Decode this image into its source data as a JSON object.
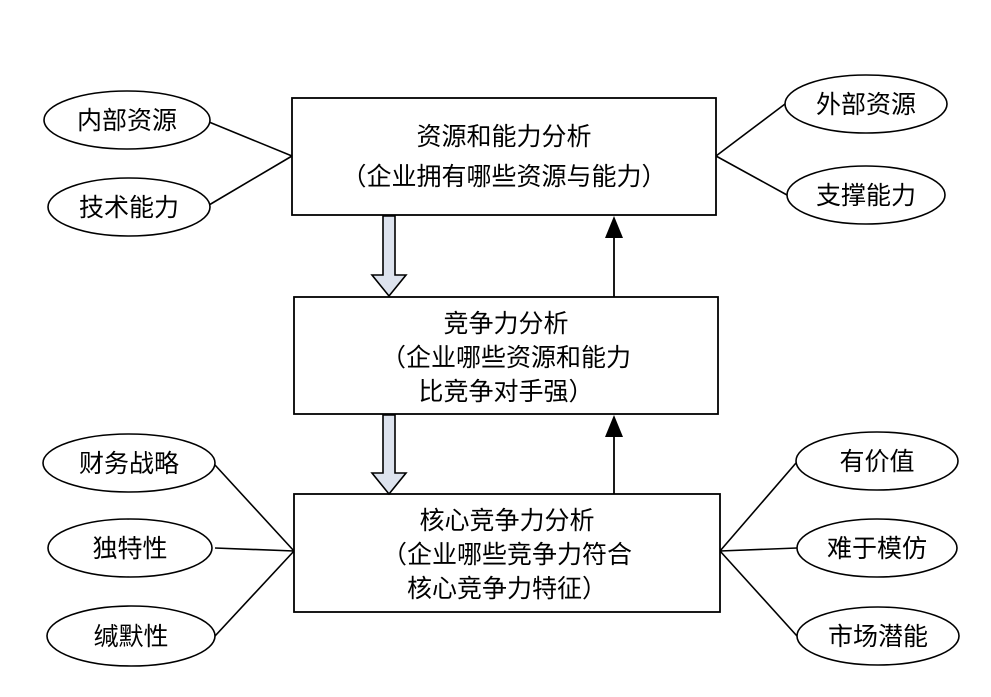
{
  "boxes": {
    "top": {
      "title": "资源和能力分析",
      "lines": [
        "（企业拥有哪些资源与能力）"
      ]
    },
    "middle": {
      "title": "竞争力分析",
      "lines": [
        "（企业哪些资源和能力",
        "比竞争对手强）"
      ]
    },
    "bottom": {
      "title": "核心竞争力分析",
      "lines": [
        "（企业哪些竞争力符合",
        "核心竞争力特征）"
      ]
    }
  },
  "ellipses": {
    "top_left": [
      "内部资源",
      "技术能力"
    ],
    "top_right": [
      "外部资源",
      "支撑能力"
    ],
    "bottom_left": [
      "财务战略",
      "独特性",
      "缄默性"
    ],
    "bottom_right": [
      "有价值",
      "难于模仿",
      "市场潜能"
    ]
  },
  "colors": {
    "stroke": "#000000",
    "hollow_arrow_fill": "#dde3ee",
    "background": "#ffffff"
  }
}
